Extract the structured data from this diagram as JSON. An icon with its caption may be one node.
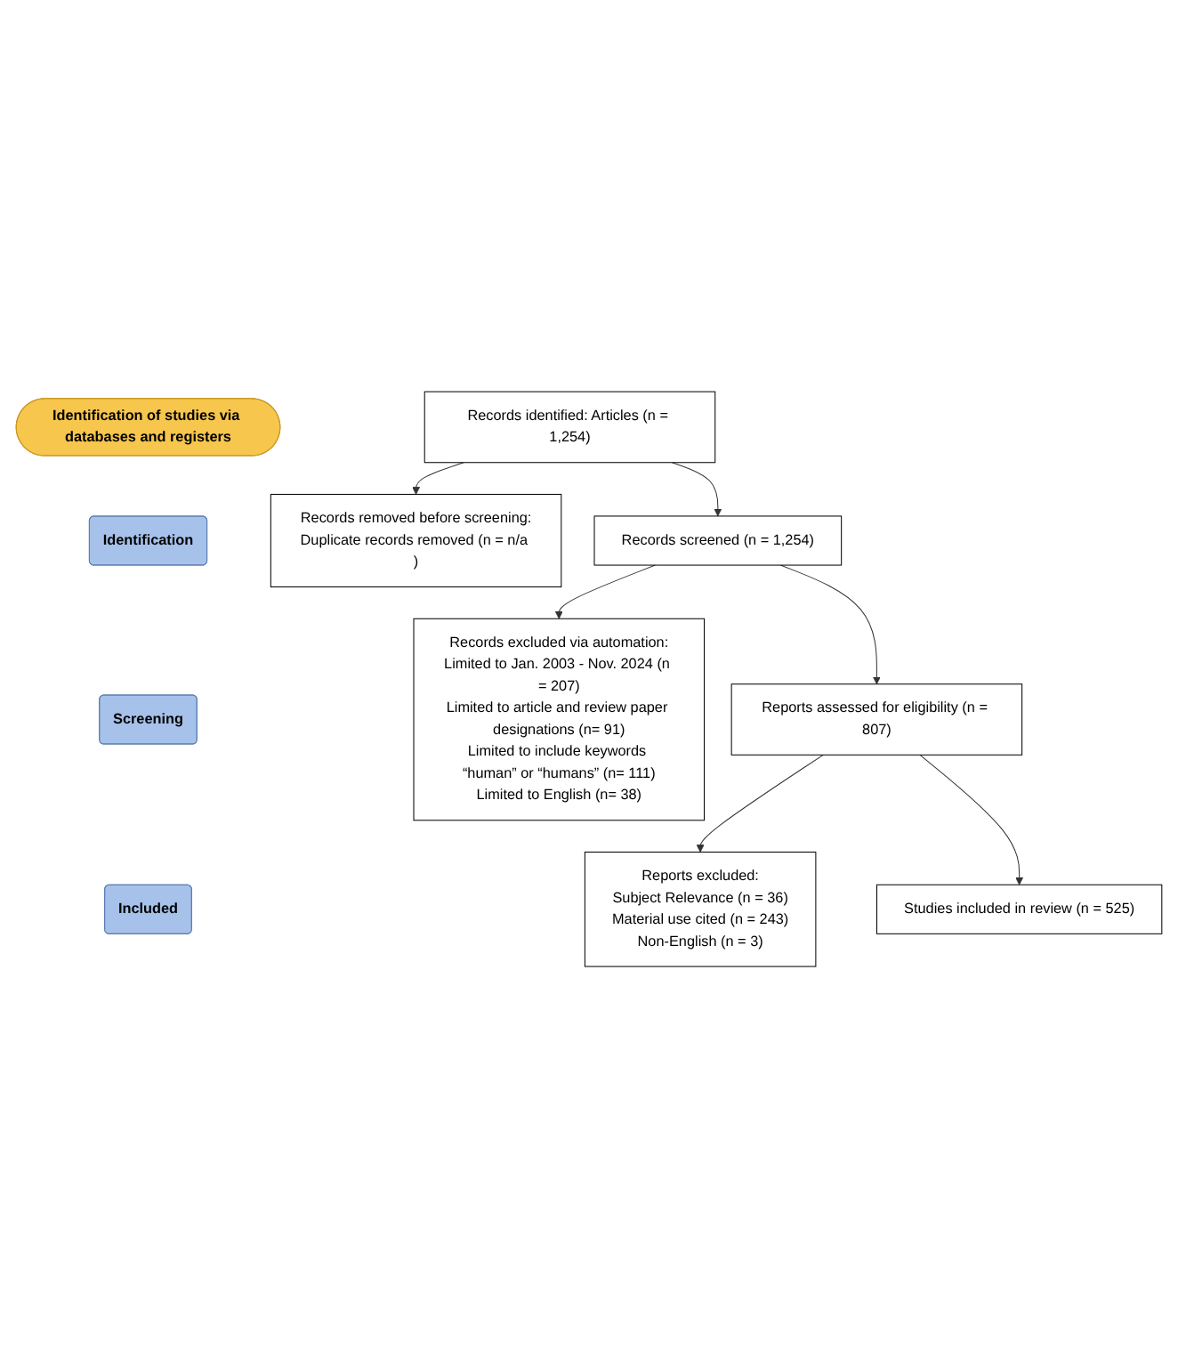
{
  "diagram": {
    "nodes": [
      {
        "text": [
          "Identification of studies via databases and registers"
        ]
      },
      {
        "text": [
          "Identification"
        ]
      },
      {
        "text": [
          "Screening"
        ]
      },
      {
        "text": [
          "Included"
        ]
      },
      {
        "text": [
          "Records identified: Articles (n = 1,254)"
        ]
      },
      {
        "text": [
          "Records removed before screening:",
          "Duplicate records removed (n = n/a )"
        ]
      },
      {
        "text": [
          "Records screened (n = 1,254)"
        ]
      },
      {
        "text": [
          "Records excluded via automation:",
          "Limited to Jan. 2003 - Nov. 2024 (n = 207)",
          "Limited to article and review paper designations (n= 91)",
          "Limited to include keywords “human” or “humans” (n= 111)",
          "Limited to English (n= 38)"
        ]
      },
      {
        "text": [
          "Reports assessed for eligibility (n = 807)"
        ]
      },
      {
        "text": [
          "Reports excluded:",
          "Subject Relevance (n = 36)",
          "Material use cited (n = 243)",
          "Non-English (n = 3)"
        ]
      },
      {
        "text": [
          "Studies included in review (n = 525)"
        ]
      }
    ],
    "edges": [
      {
        "from": 4,
        "to": 5,
        "arrow": "to"
      },
      {
        "from": 4,
        "to": 6,
        "arrow": "to"
      },
      {
        "from": 6,
        "to": 7,
        "arrow": "to"
      },
      {
        "from": 6,
        "to": 8,
        "arrow": "to"
      },
      {
        "from": 8,
        "to": 9,
        "arrow": "to"
      },
      {
        "from": 8,
        "to": 10,
        "arrow": "to"
      }
    ]
  }
}
